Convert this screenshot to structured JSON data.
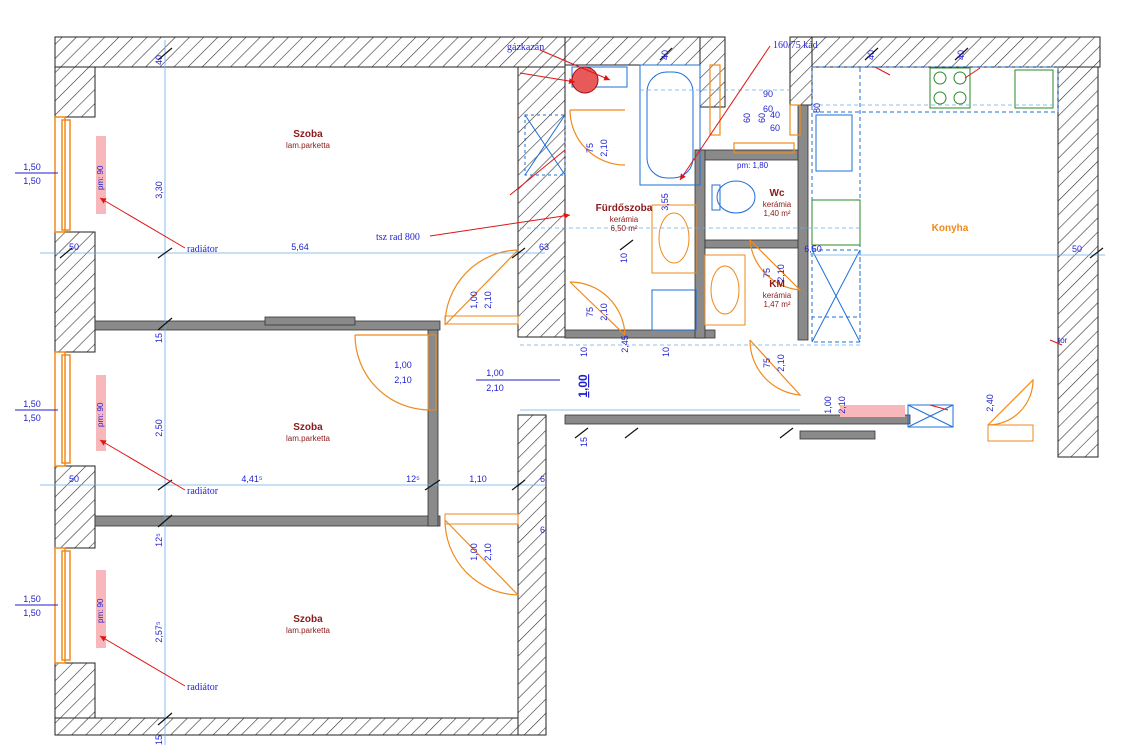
{
  "rooms": [
    {
      "name": "Szoba",
      "floor": "lam.parketta"
    },
    {
      "name": "Szoba",
      "floor": "lam.parketta"
    },
    {
      "name": "Szoba",
      "floor": "lam.parketta"
    },
    {
      "name": "Fürdőszoba",
      "floor": "kerámia",
      "area": "6,50 m²"
    },
    {
      "name": "Wc",
      "floor": "kerámia",
      "area": "1,40 m²"
    },
    {
      "name": "KM",
      "floor": "kerámia",
      "area": "1,47 m²"
    },
    {
      "name": "Konyha"
    }
  ],
  "annotations": {
    "radiator": "radiátor",
    "gas_boiler": "gázkazán",
    "bathtub": "160/75 kád",
    "towel_radiator": "tsz rad 800",
    "window_sill": "pm: 90",
    "wc_sill": "pm: 1,80",
    "tor": "tor"
  },
  "dimensions": {
    "wall_40": "40",
    "wall_50": "50",
    "wall_15": "15",
    "w1_top": "1,50",
    "w1_bot": "1,50",
    "room1_height": "3,30",
    "room1_width": "5,64",
    "room2_height": "2,50",
    "room2_width": "4,41⁵",
    "room3_height": "2,57⁵",
    "partition_12_5": "12⁵",
    "hall_1_10": "1,10",
    "wall_63": "63",
    "wall_6": "6",
    "door_w": "1,00",
    "door_h": "2,10",
    "small_door_w": "75",
    "bath_height": "3,55",
    "wall_10": "10",
    "d_2_45": "2,45",
    "d_90": "90",
    "d_60": "60",
    "d_80": "80",
    "d_6_50": "6,50",
    "d_2_40": "2,40",
    "hall_width": "1,00"
  }
}
